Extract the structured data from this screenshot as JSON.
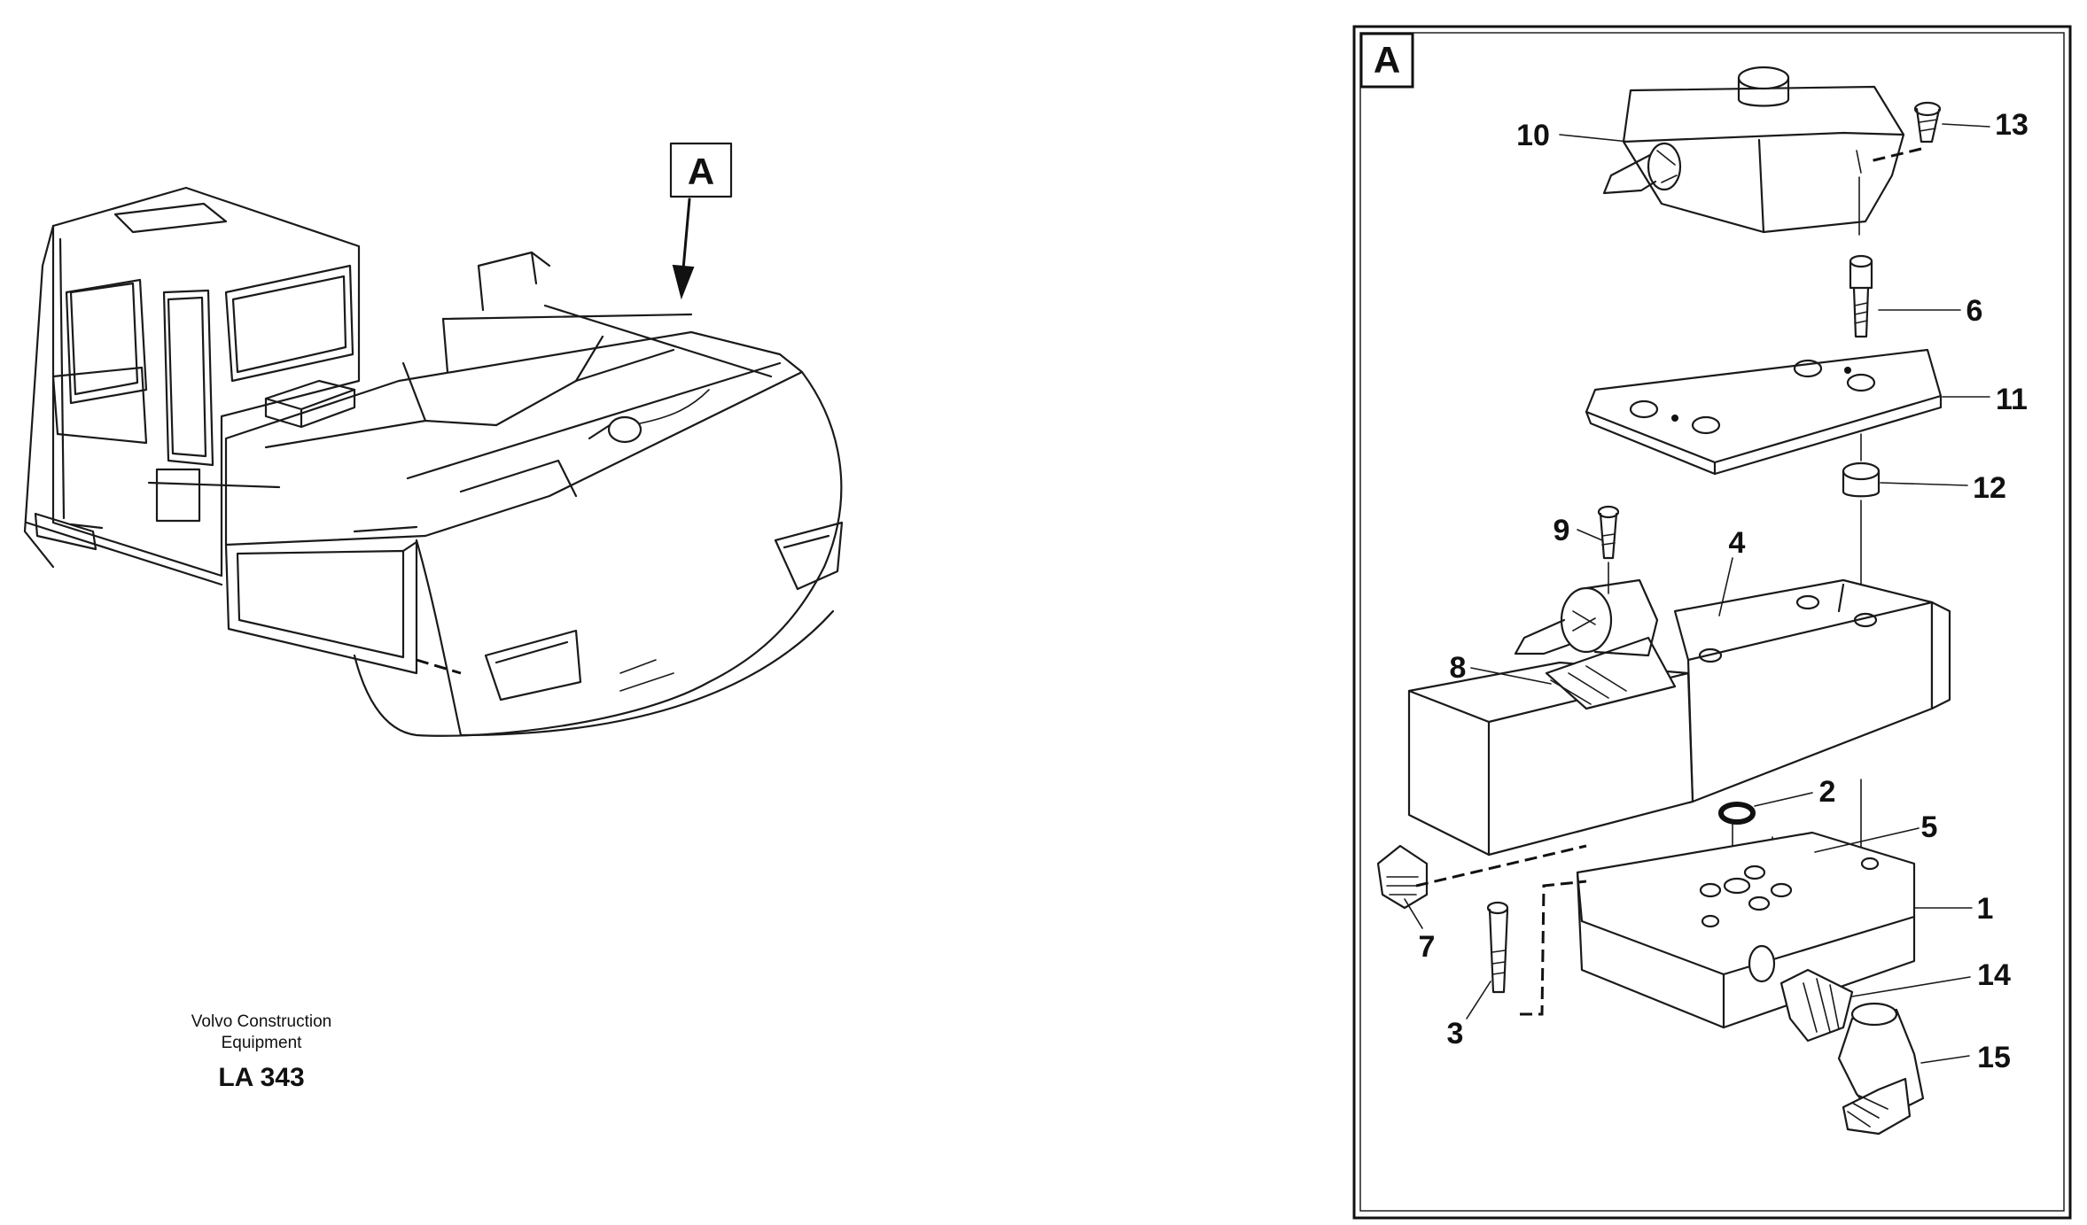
{
  "overview": {
    "view_marker": "A"
  },
  "detail": {
    "view_marker": "A",
    "part_labels": [
      "10",
      "13",
      "6",
      "11",
      "12",
      "9",
      "4",
      "8",
      "2",
      "5",
      "1",
      "7",
      "14",
      "3",
      "15"
    ]
  },
  "caption": {
    "line1": "Volvo Construction",
    "line2": "Equipment",
    "code": "LA 343"
  }
}
